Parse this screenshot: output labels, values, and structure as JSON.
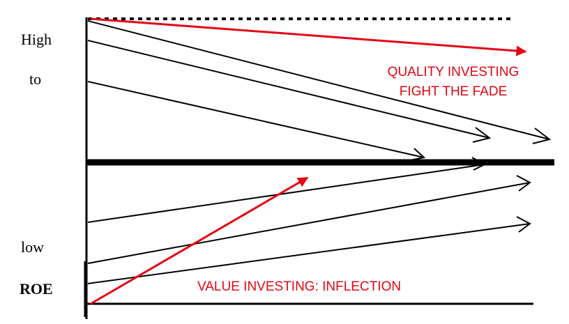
{
  "labels": {
    "high": "High",
    "to": "to",
    "low": "low",
    "roe": "ROE",
    "quality_line1": "QUALITY INVESTING",
    "quality_line2": "FIGHT THE FADE",
    "value": "VALUE INVESTING: INFLECTION"
  },
  "colors": {
    "ink": "#000000",
    "accent": "#e30613"
  }
}
